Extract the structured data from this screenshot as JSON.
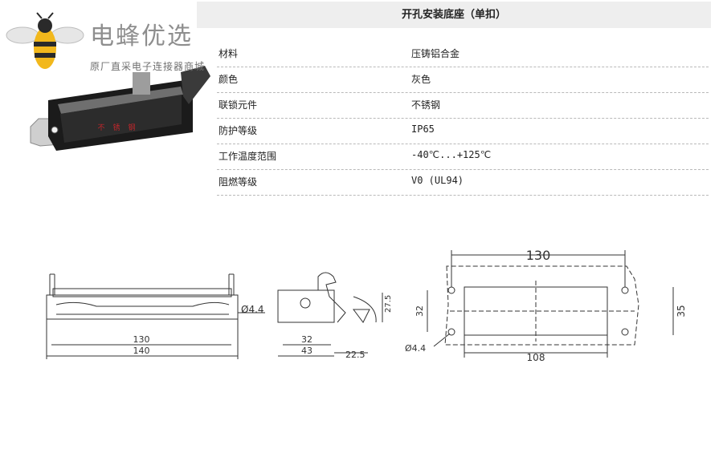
{
  "header": {
    "title": "开孔安装底座（单扣）"
  },
  "watermark": {
    "brand": "电蜂优选",
    "tagline": "原厂直采电子连接器商城"
  },
  "product_photo": {
    "marking": "不锈钢"
  },
  "specs": [
    {
      "label": "材料",
      "value": "压铸铝合金"
    },
    {
      "label": "颜色",
      "value": "灰色"
    },
    {
      "label": "联锁元件",
      "value": "不锈钢"
    },
    {
      "label": "防护等级",
      "value": "IP65"
    },
    {
      "label": "工作温度范围",
      "value": "-40℃...+125℃"
    },
    {
      "label": "阻燃等级",
      "value": "V0 (UL94)"
    }
  ],
  "drawings": {
    "front": {
      "hole_dia": "Ø4.4",
      "inner_width": "130",
      "overall_width": "140"
    },
    "side": {
      "base_width": "32",
      "overall_width": "43",
      "lever_offset": "22.5",
      "height": "27.5"
    },
    "cutout": {
      "hole_spacing": "130",
      "opening_width": "108",
      "height_inner": "32",
      "height_outer": "35",
      "hole_dia": "Ø4.4"
    }
  }
}
